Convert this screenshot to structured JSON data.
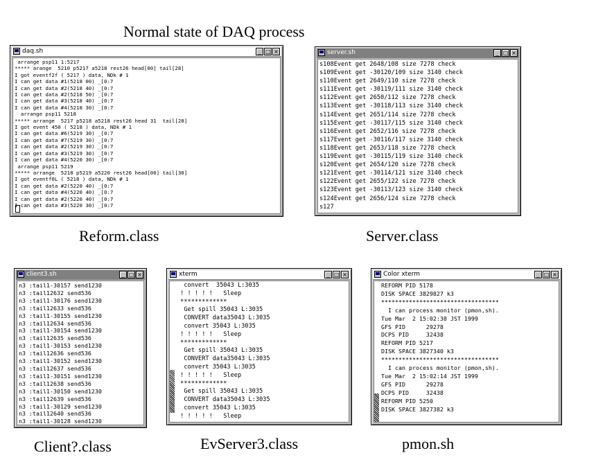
{
  "title": "Normal state of DAQ process",
  "windows": {
    "daq": {
      "title": "daq.sh",
      "caption": "Reform.class",
      "lines": [
        " arrange psp11 1:5217",
        "***** arange  5210 p5217 a5218 rest26 head[00] tail[28]",
        "I got eventf2f ( 5217 ) data, NDk # 1",
        "I can get data #1(5218 00) _[0:7",
        "I can get data #2(5218 40) _[0:7",
        "I can get data #2(5218 50) _[0:7",
        "I can get data #3(5218 40) _[0:7",
        "I can get data #4(5218 30) _[0:7",
        "  arrange psp11 5218",
        "***** arrange  5217 p5218 a5218 rest26 head 31  tail[28]",
        "I got event 450 ( 5218 ) data, NDk # 1",
        "I can get data #6(5219 30) _[0:7",
        "I can get data #7(5219 30) _[0:7",
        "I can get data #2(5219 30) _[0:7",
        "I can get data #3(5219 30) _[0:7",
        "I can get data #4(5220 30) _[0:7",
        " arrange psp11 5219",
        "***** arrange  5218 p5219 a5220 rest26 head[00] tail[30]",
        "I got eventf0L ( 5218 ) data, NDk # 1",
        "I can get data #2(5220 40) _[0:7",
        "I can get data #4(5220 40) _[0:7",
        "I can get data #2(5220 40) _[0:7",
        "I can get data #3(5220 30) _[0:7"
      ]
    },
    "server": {
      "title": "server.sh",
      "caption": "Server.class",
      "lines": [
        "s108Event get 2648/108 size 7278 check",
        "s109Event get -30120/109 size 3140 check",
        "s110Event get 2649/110 size 7278 check",
        "s111Event get -30119/111 size 3140 check",
        "s112Event get 2650/112 size 7278 check",
        "s113Event get -30118/113 size 3140 check",
        "s114Event get 2651/114 size 7278 check",
        "s115Event get -30117/115 size 3140 check",
        "s116Event get 2652/116 size 7278 check",
        "s117Event get -30116/117 size 3140 check",
        "s118Event get 2653/118 size 7278 check",
        "s119Event get -30115/119 size 3140 check",
        "s120Event get 2654/120 size 7278 check",
        "s121Event get -30114/121 size 3140 check",
        "s122Event get 2655/122 size 7278 check",
        "s123Event get -30113/123 size 3140 check",
        "s124Event get 2656/124 size 7278 check",
        "s127"
      ]
    },
    "client": {
      "title": "client3.sh",
      "caption": "Client?.class",
      "lines": [
        "n3 :tail1-30157 send1230",
        "n3 :tail12632 send536",
        "n3 :tail1-30176 send1230",
        "n3 :tail12633 send536",
        "n3 :tail1-30155 send1230",
        "n3 :tail12634 send536",
        "n3 :tail1-30154 send1230",
        "n3 :tail12635 send536",
        "n3 :tail1-30153 send1230",
        "n3 :tail12636 send536",
        "n3 :tail1-30152 send1230",
        "n3 :tail12637 send536",
        "n3 :tail1-30151 send1230",
        "n3 :tail12638 send536",
        "n3 :tail1-30150 send1230",
        "n3 :tail12639 send536",
        "n3 :tail1-30129 send1230",
        "n3 :tail12640 send536",
        "n3 :tail1-30128 send1230"
      ]
    },
    "xterm": {
      "title": "xterm",
      "caption": "EvServer3.class",
      "lines": [
        "  convert  35043 L:3035",
        " ! ! ! ! !   Sleep",
        " *************",
        "  Get spill 35043 L:3035",
        "  CONVERT data35043 L:3035",
        "  convert 35043 L:3035",
        " ! ! ! ! !   Sleep",
        " *************",
        "  Get spill 35043 L:3035",
        "  CONVERT data35043 L:3035",
        "  convert 35043 L:3035",
        " ! ! ! ! !   Sleep",
        " *************",
        "  Get spill 35043 L:3035",
        "  CONVERT data35043 L:3035",
        "  convert 35043 L:3035",
        " ! ! ! ! !   Sleep"
      ]
    },
    "color": {
      "title": "Color xterm",
      "caption": "pmon.sh",
      "lines": [
        "REFORM PID 5178",
        "DISK SPACE 3829827 k3",
        "**********************************",
        "  I can process monitor (pmon,sh).",
        "Tue Mar  2 15:02:38 JST 1999",
        "GFS PID      29278",
        "DCPS PID     32438",
        "REFORM PID 5217",
        "DISK SPACE 3827340 k3",
        "**********************************",
        "  I can process monitor (pmon,sh).",
        "Tue Mar  2 15:02:14 JST 1999",
        "GFS PID      29278",
        "DCPS PID     32438",
        "REFORM PID 5250",
        "DISK SPACE 3827382 k3"
      ]
    }
  },
  "titlebar_buttons": {
    "minimize": "_",
    "maximize": "□",
    "close": "×"
  }
}
